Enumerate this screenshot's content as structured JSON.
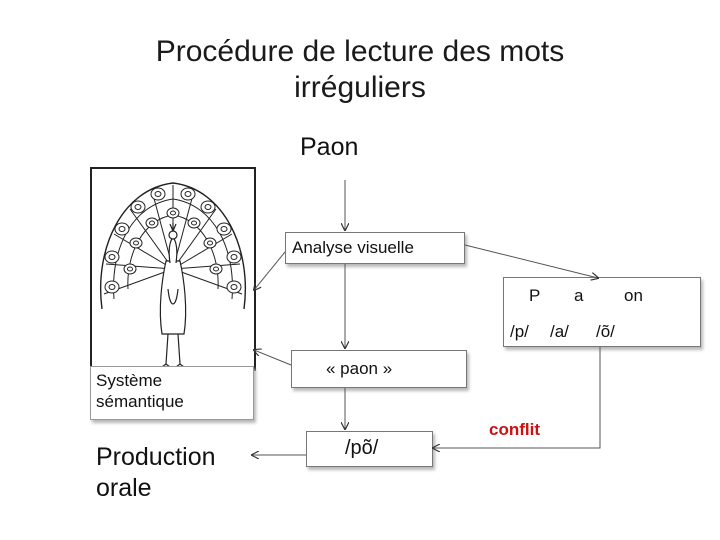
{
  "title": {
    "line1": "Procédure de lecture des mots",
    "line2": "irréguliers"
  },
  "input_word": "Paon",
  "boxes": {
    "visual_analysis": "Analyse  visuelle",
    "graphemes": [
      "P",
      "a",
      "on"
    ],
    "phonemes": [
      "/p/",
      "/a/",
      "/õ/"
    ],
    "lexical": "« paon »",
    "phonological": "/põ/"
  },
  "semantic_system": {
    "line1": "Système",
    "line2": "sémantique"
  },
  "oral_production": {
    "line1": "Production",
    "line2": "orale"
  },
  "conflict_label": "conflit",
  "image": {
    "subject": "peacock-illustration"
  }
}
